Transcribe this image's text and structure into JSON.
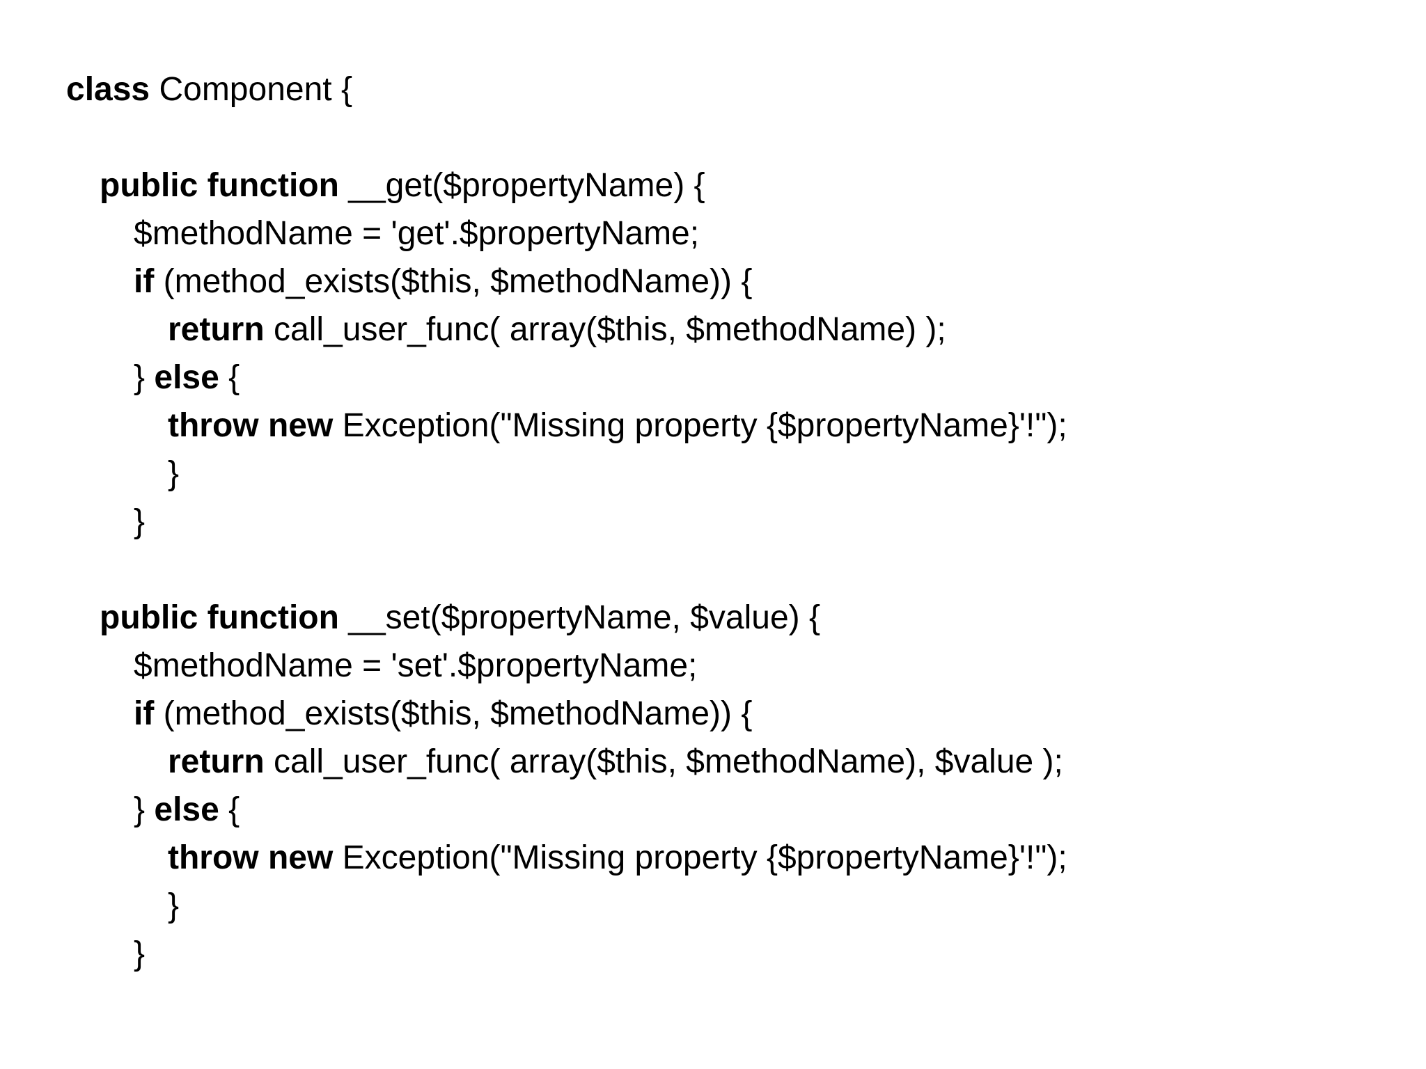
{
  "page": {
    "background_color": "#ffffff",
    "text_color": "#000000",
    "content_type": "php-code-listing"
  },
  "code": {
    "lines": [
      {
        "segments": [
          {
            "text": "class"
          },
          {
            "text": " Component {"
          }
        ]
      },
      {
        "segments": []
      },
      {
        "segments": [
          {
            "text": "public function"
          },
          {
            "text": " __get($propertyName) {"
          }
        ]
      },
      {
        "segments": [
          {
            "text": "$methodName = 'get'.$propertyName;"
          }
        ]
      },
      {
        "segments": [
          {
            "text": "if"
          },
          {
            "text": " (method_exists($this, $methodName)) {"
          }
        ]
      },
      {
        "segments": [
          {
            "text": "return"
          },
          {
            "text": " call_user_func( array($this, $methodName) );"
          }
        ]
      },
      {
        "segments": [
          {
            "text": "} "
          },
          {
            "text": "else"
          },
          {
            "text": " {"
          }
        ]
      },
      {
        "segments": [
          {
            "text": "throw new"
          },
          {
            "text": " Exception(\"Missing property {$propertyName}'!\");"
          }
        ]
      },
      {
        "segments": [
          {
            "text": "}"
          }
        ]
      },
      {
        "segments": [
          {
            "text": "}"
          }
        ]
      },
      {
        "segments": []
      },
      {
        "segments": [
          {
            "text": "public function"
          },
          {
            "text": " __set($propertyName, $value) {"
          }
        ]
      },
      {
        "segments": [
          {
            "text": "$methodName = 'set'.$propertyName;"
          }
        ]
      },
      {
        "segments": [
          {
            "text": "if"
          },
          {
            "text": " (method_exists($this, $methodName)) {"
          }
        ]
      },
      {
        "segments": [
          {
            "text": "return"
          },
          {
            "text": " call_user_func( array($this, $methodName), $value );"
          }
        ]
      },
      {
        "segments": [
          {
            "text": "} "
          },
          {
            "text": "else"
          },
          {
            "text": " {"
          }
        ]
      },
      {
        "segments": [
          {
            "text": "throw new"
          },
          {
            "text": " Exception(\"Missing property {$propertyName}'!\");"
          }
        ]
      },
      {
        "segments": [
          {
            "text": "}"
          }
        ]
      },
      {
        "segments": [
          {
            "text": "}"
          }
        ]
      }
    ]
  }
}
